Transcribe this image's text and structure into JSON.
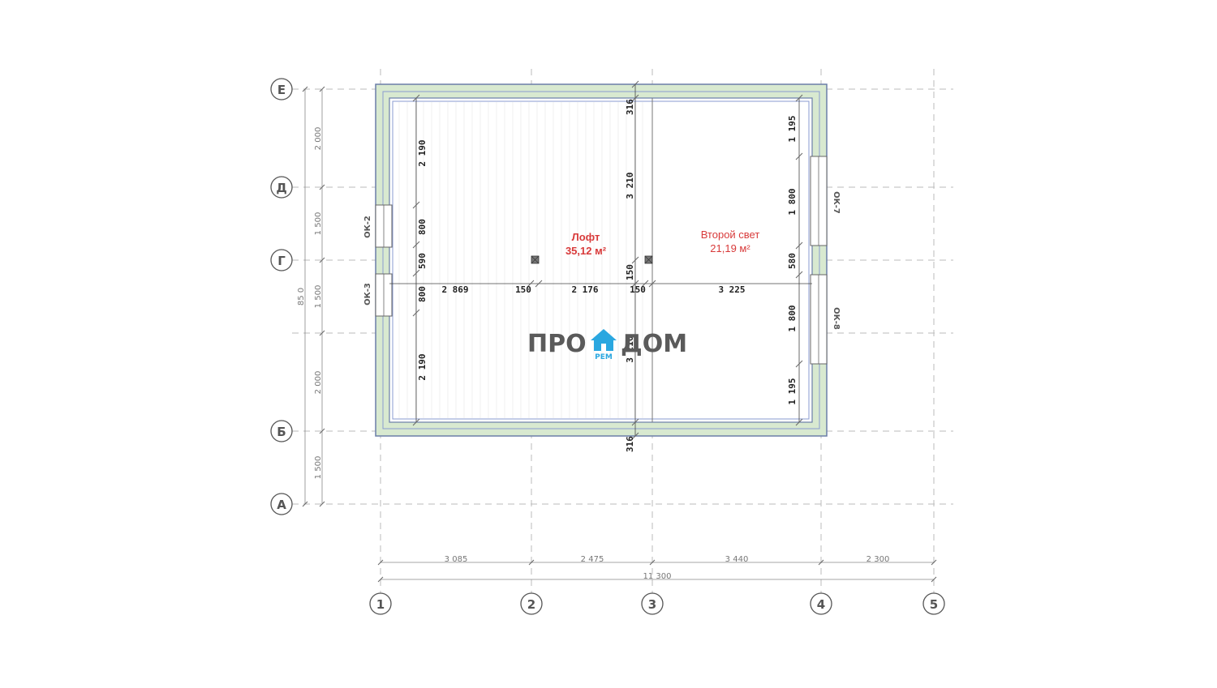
{
  "axes_vertical": [
    "1",
    "2",
    "3",
    "4",
    "5"
  ],
  "axes_horizontal": [
    "Е",
    "Д",
    "Г",
    "Б",
    "А"
  ],
  "bottom_dims": {
    "segments": [
      "3 085",
      "2 475",
      "3 440",
      "2 300"
    ],
    "total": "11 300"
  },
  "left_dims": {
    "segments": [
      "2 000",
      "1 500",
      "1 500",
      "2 000",
      "1 500"
    ],
    "partial": "85 0"
  },
  "inner_dims": {
    "top_wall": "316",
    "bottom_wall": "316",
    "center_vertical_top": "3 210",
    "center_vertical_bottom": "3 210",
    "center_gap": "150",
    "left_column": [
      "2 190",
      "800",
      "590",
      "800",
      "2 190"
    ],
    "right_column": [
      "1 195",
      "1 800",
      "580",
      "1 800",
      "1 195"
    ],
    "horizontal": [
      "2 869",
      "150",
      "2 176",
      "150",
      "3 225"
    ]
  },
  "windows": {
    "left_top": "ОК-2",
    "left_bottom": "ОК-3",
    "right_top": "ОК-7",
    "right_bottom": "ОК-8"
  },
  "rooms": {
    "loft": {
      "name": "Лофт",
      "area": "35,12 м²"
    },
    "second_light": {
      "name": "Второй свет",
      "area": "21,19 м²"
    }
  },
  "logo": {
    "left": "ПРО",
    "right": "ДОМ",
    "sub": "РЕМ",
    "icon": "house-icon"
  },
  "colors": {
    "wall_fill": "#d8e9d0",
    "wall_stroke": "#6b7ea8",
    "room_label": "#d83a3a",
    "logo_accent": "#2aa7e0"
  }
}
